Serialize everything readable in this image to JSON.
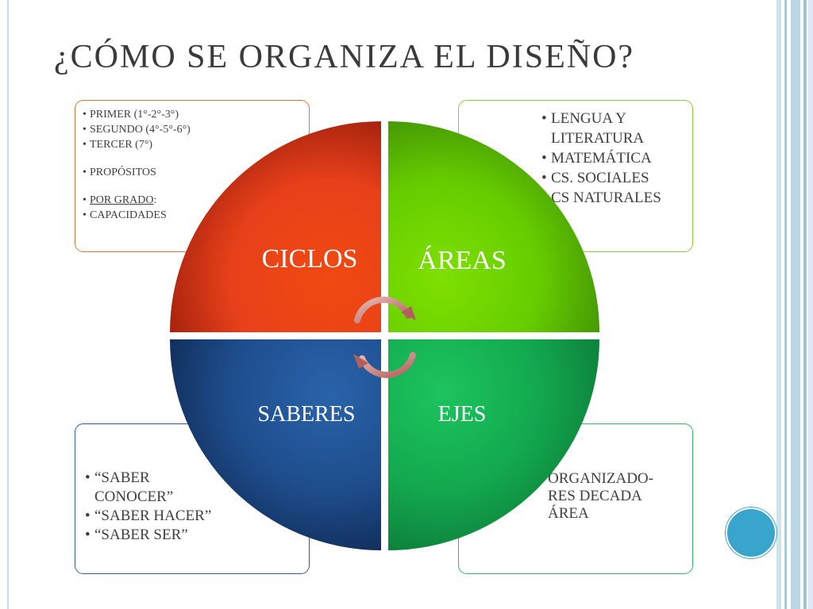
{
  "title": "¿CÓMO SE ORGANIZA EL DISEÑO?",
  "quadrants": {
    "ciclos": {
      "label": "CICLOS",
      "color": "#e8401a"
    },
    "areas": {
      "label": "ÁREAS",
      "color": "#66cc00"
    },
    "saberes": {
      "label": "SABERES",
      "color": "#1e4d8c"
    },
    "ejes": {
      "label": "EJES",
      "color": "#13a84f"
    }
  },
  "boxes": {
    "ciclos": {
      "items": [
        "PRIMER (1°-2°-3°)",
        "SEGUNDO (4°-5°-6°)",
        "TERCER (7°)",
        "PROPÓSITOS",
        "POR GRADO",
        ":",
        "CAPACIDADES"
      ]
    },
    "areas": {
      "items": [
        "LENGUA Y LITERATURA",
        "MATEMÁTICA",
        "CS. SOCIALES",
        "CS NATURALES"
      ]
    },
    "saberes": {
      "items": [
        "“SABER CONOCER”",
        "“SABER HACER”",
        "“SABER SER”"
      ]
    },
    "ejes": {
      "text": "ORGANIZADO-\nRES DECADA\nÁREA"
    }
  }
}
